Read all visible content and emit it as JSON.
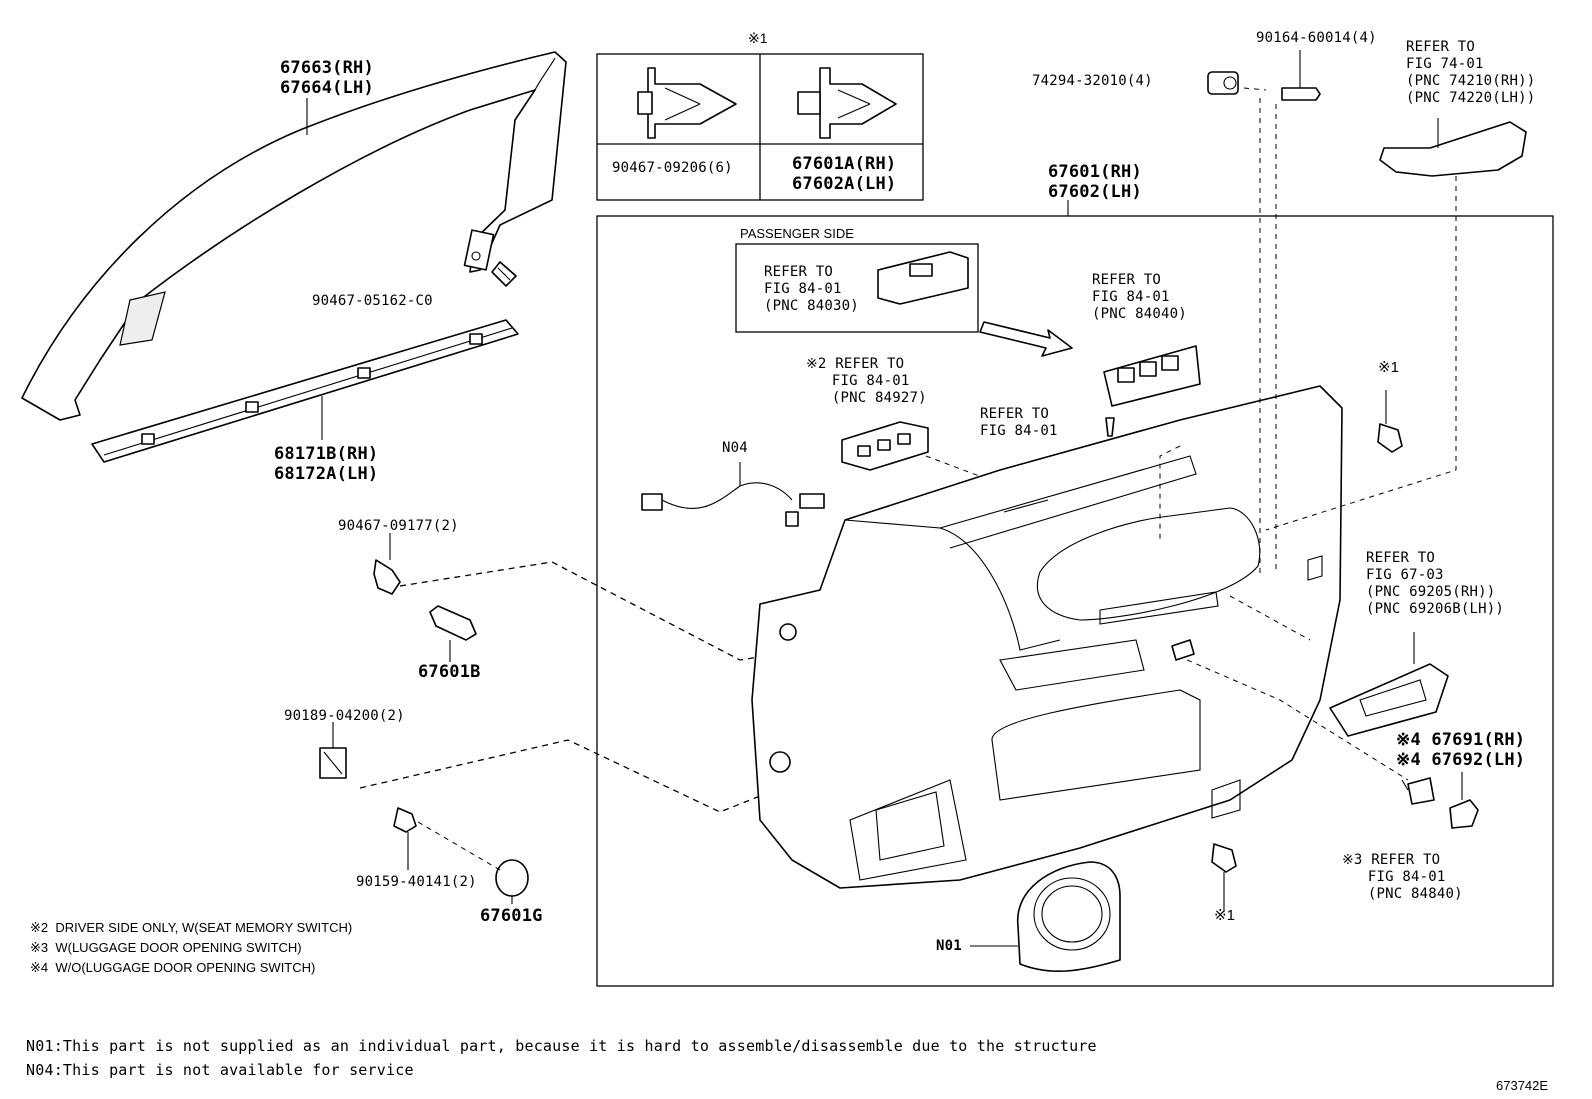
{
  "clip_box": {
    "mark": "※1",
    "left_part": "90467-09206(6)",
    "right_part_rh": "67601A(RH)",
    "right_part_lh": "67602A(LH)"
  },
  "parts": {
    "p67663": "67663(RH)",
    "p67664": "67664(LH)",
    "p90467_05162": "90467-05162-C0",
    "p68171b": "68171B(RH)",
    "p68172a": "68172A(LH)",
    "p90467_09177": "90467-09177(2)",
    "p67601b": "67601B",
    "p90189": "90189-04200(2)",
    "p90159": "90159-40141(2)",
    "p67601g": "67601G",
    "p74294": "74294-32010(4)",
    "p90164": "90164-60014(4)",
    "p67601": "67601(RH)",
    "p67602": "67602(LH)",
    "n04": "N04",
    "n01": "N01",
    "p67691": "※4 67691(RH)",
    "p67692": "※4 67692(LH)",
    "mark1_upper": "※1",
    "mark1_lower": "※1"
  },
  "refs": {
    "passenger_side": "PASSENGER SIDE",
    "ref_84030": [
      "REFER TO",
      "FIG 84-01",
      "(PNC 84030)"
    ],
    "ref_84040": [
      "REFER TO",
      "FIG 84-01",
      "(PNC 84040)"
    ],
    "ref_84927": [
      "※2 REFER TO",
      "   FIG 84-01",
      "   (PNC 84927)"
    ],
    "ref_84_01": [
      "REFER TO",
      "FIG 84-01"
    ],
    "ref_74": [
      "REFER TO",
      "FIG 74-01",
      "(PNC 74210(RH))",
      "(PNC 74220(LH))"
    ],
    "ref_67_03": [
      "REFER TO",
      "FIG 67-03",
      "(PNC 69205(RH))",
      "(PNC 69206B(LH))"
    ],
    "ref_84840": [
      "※3 REFER TO",
      "   FIG 84-01",
      "   (PNC 84840)"
    ]
  },
  "footnotes": {
    "n2": "※2  DRIVER SIDE ONLY, W(SEAT MEMORY SWITCH)",
    "n3": "※3  W(LUGGAGE DOOR OPENING SWITCH)",
    "n4": "※4  W/O(LUGGAGE DOOR OPENING SWITCH)"
  },
  "notes": {
    "n01": "N01:This part is not supplied as an individual part, because it is hard to assemble/disassemble due to the structure",
    "n04": "N04:This part is not available for service"
  },
  "figure_id": "673742E"
}
